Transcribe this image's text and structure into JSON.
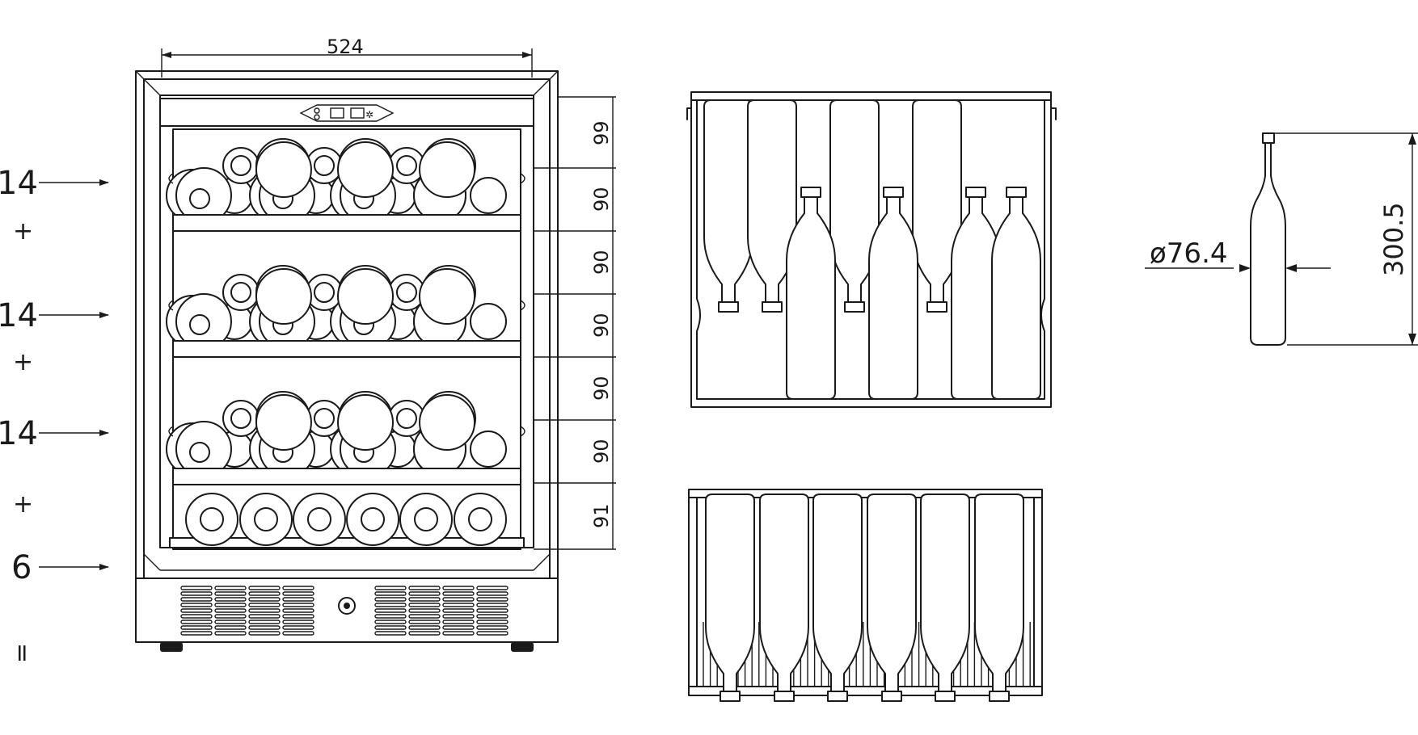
{
  "fridge": {
    "width_label": "524",
    "shelf_heights": [
      "99",
      "90",
      "90",
      "90",
      "90",
      "90",
      "91"
    ]
  },
  "capacity": {
    "counts": [
      "14",
      "14",
      "14",
      "6"
    ],
    "plus": "+",
    "equals": "="
  },
  "bottle_spec": {
    "diameter_label": "ø76.4",
    "height_label": "300.5"
  },
  "colors": {
    "line": "#1a1a1a",
    "background": "#ffffff"
  }
}
